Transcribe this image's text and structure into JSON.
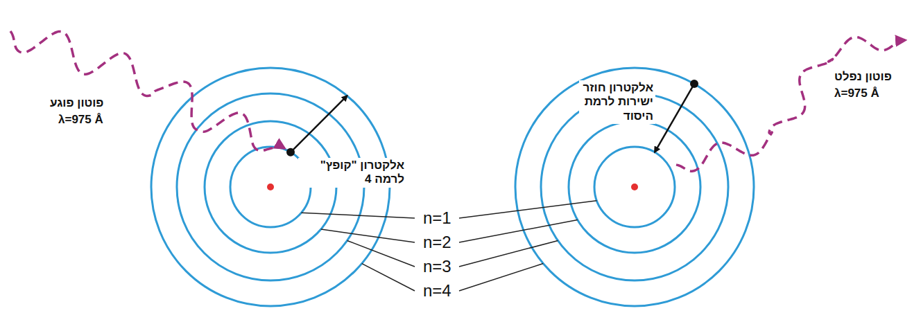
{
  "diagram": {
    "labels": [
      "פוטון פוגע",
      "λ=975 Å",
      "אלקטרון \"קופץ\" לרמה 4",
      "אלקטרון חוזר ישירות לרמת היסוד",
      "פוטון נפלט",
      "λ=975 Å",
      "n=1",
      "n=2",
      "n=3",
      "n=4"
    ]
  }
}
